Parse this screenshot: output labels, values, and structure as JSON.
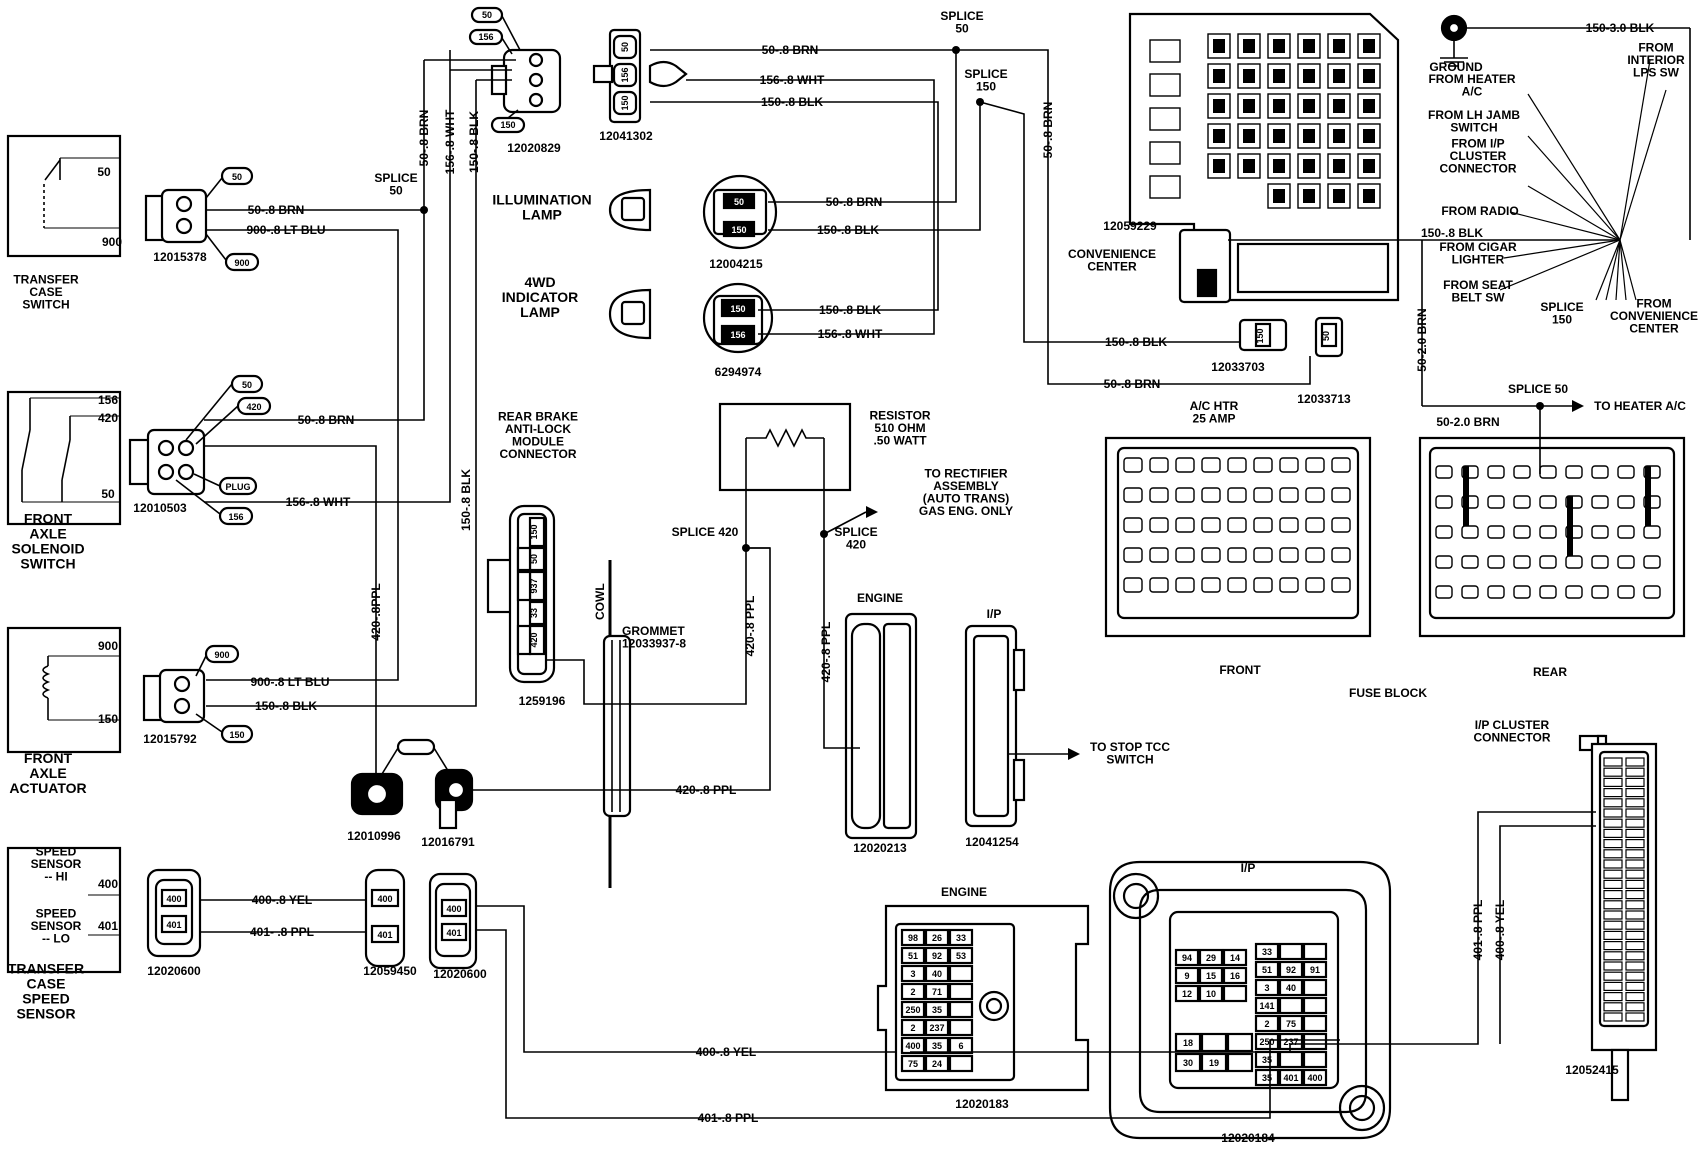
{
  "components": {
    "transfer_case_switch": {
      "name": "TRANSFER\nCASE\nSWITCH",
      "pins": [
        "50",
        "900"
      ],
      "connector": "12015378",
      "tags": [
        "50",
        "900"
      ]
    },
    "front_axle_solenoid": {
      "name": "FRONT\nAXLE\nSOLENOID\nSWITCH",
      "pins": [
        "156",
        "420",
        "50"
      ],
      "connector": "12010503",
      "tags": [
        "50",
        "420",
        "PLUG",
        "156"
      ]
    },
    "front_axle_actuator": {
      "name": "FRONT\nAXLE\nACTUATOR",
      "pins": [
        "900",
        "150"
      ],
      "connector": "12015792",
      "tags": [
        "900",
        "150"
      ]
    },
    "speed_sensor": {
      "name": "TRANSFER\nCASE\nSPEED\nSENSOR",
      "hi": "SPEED\nSENSOR\n-- HI",
      "lo": "SPEED\nSENSOR\n-- LO",
      "pins": [
        "400",
        "401"
      ],
      "connector": "12020600"
    },
    "top_connector_1": {
      "part": "12020829",
      "tags": [
        "50",
        "156",
        "150"
      ]
    },
    "top_connector_2": {
      "part": "12041302",
      "cavities": [
        "50",
        "156",
        "150"
      ]
    },
    "illumination_lamp": {
      "name": "ILLUMINATION\nLAMP",
      "part": "12004215",
      "cavities": [
        "50",
        "150"
      ]
    },
    "indicator_lamp": {
      "name": "4WD\nINDICATOR\nLAMP",
      "part": "6294974",
      "cavities": [
        "150",
        "156"
      ]
    },
    "rear_brake": {
      "name": "REAR BRAKE\nANTI-LOCK\nMODULE\nCONNECTOR",
      "part": "1259196",
      "cavities": [
        "150",
        "50",
        "937",
        "33",
        "420"
      ]
    },
    "resistor": {
      "name": "RESISTOR\n510 OHM\n.50 WATT"
    },
    "rectifier_note": "TO RECTIFIER\nASSEMBLY\n(AUTO TRANS)\nGAS ENG. ONLY",
    "cowl": "COWL",
    "grommet": "GROMMET\n12033937-8",
    "mid_connectors": {
      "left": "12010996",
      "right": "12016791"
    },
    "engine_upper": {
      "title": "ENGINE",
      "part": "12020213"
    },
    "ip_upper": {
      "title": "I/P",
      "part": "12041254"
    },
    "stop_tcc": "TO STOP TCC\nSWITCH",
    "inline_400_401": {
      "part": "12059450",
      "right_part": "12020600",
      "cavities": [
        "400",
        "401"
      ]
    },
    "engine_lower": {
      "title": "ENGINE",
      "part": "12020183",
      "cells": [
        "98",
        "26",
        "33",
        "51",
        "92",
        "53",
        "3",
        "40",
        "2",
        "71",
        "250",
        "35",
        "2",
        "237",
        "400",
        "35",
        "6",
        "75",
        "24"
      ]
    },
    "ip_lower": {
      "title": "I/P",
      "part": "12020184",
      "cells": [
        "94",
        "29",
        "14",
        "9",
        "15",
        "16",
        "12",
        "10",
        "33",
        "51",
        "92",
        "91",
        "3",
        "40",
        "141",
        "2",
        "75",
        "250",
        "237",
        "35",
        "35",
        "401",
        "400",
        "18",
        "30",
        "19"
      ]
    },
    "ip_cluster": {
      "title": "I/P CLUSTER\nCONNECTOR",
      "part": "12052415",
      "wires": [
        "401-.8 PPL",
        "400-.8 YEL"
      ]
    },
    "convenience_center": {
      "title": "CONVENIENCE\nCENTER",
      "part": "12059229",
      "conn_a": "12033703",
      "conn_b": "12033713",
      "cavity_a": "150",
      "cavity_b": "50"
    },
    "ground": {
      "label": "GROUND",
      "wire": "150-3.0 BLK"
    },
    "harness_sources": [
      "FROM HEATER\nA/C",
      "FROM LH JAMB\nSWITCH",
      "FROM I/P\nCLUSTER\nCONNECTOR",
      "FROM RADIO",
      "FROM CIGAR\nLIGHTER",
      "FROM SEAT\nBELT SW"
    ],
    "harness_right": [
      "FROM\nINTERIOR\nLPS SW",
      "FROM\nCONVENIENCE\nCENTER"
    ],
    "harness_wire": "150-.8 BLK",
    "splice150_right": "SPLICE\n150",
    "fuse_block": {
      "title": "FUSE BLOCK",
      "front": "FRONT",
      "rear": "REAR",
      "ac_htr": "A/C HTR\n25 AMP",
      "splice50": "SPLICE 50",
      "heater": "TO HEATER A/C",
      "brn_wire": "50-2.0 BRN"
    }
  },
  "wires": {
    "w50brn": "50-.8 BRN",
    "w156wht": "156-.8 WHT",
    "w150blk": "150-.8 BLK",
    "w900blu": "900-.8 LT BLU",
    "w420ppl": "420-.8 PPL",
    "w400yel": "400-.8 YEL",
    "w401ppl": "401-.8 PPL",
    "w401ppl_b": "401- .8 PPL",
    "w50brn_v": "50-.8 BRN",
    "w156wht_v": "156-.8 WHT",
    "w150blk_v": "150-.8 BLK",
    "w150blk_v2": "150-.8 BLK",
    "w420ppl_v": "420-.8PPL",
    "w420ppl_v2": "420-.8 PPL",
    "w420ppl_v3": "420-.8 PPL",
    "w50brn_right_v": "50-.8 BRN",
    "w50_2brn_v": "50-2.0 BRN",
    "w150blk_cc": "150-.8 BLK",
    "w50brn_cc": "50-.8 BRN"
  },
  "splices": {
    "s50_left": "SPLICE\n50",
    "s50_top": "SPLICE\n50",
    "s150_top": "SPLICE\n150",
    "s420_left": "SPLICE 420",
    "s420_right": "SPLICE\n420"
  }
}
